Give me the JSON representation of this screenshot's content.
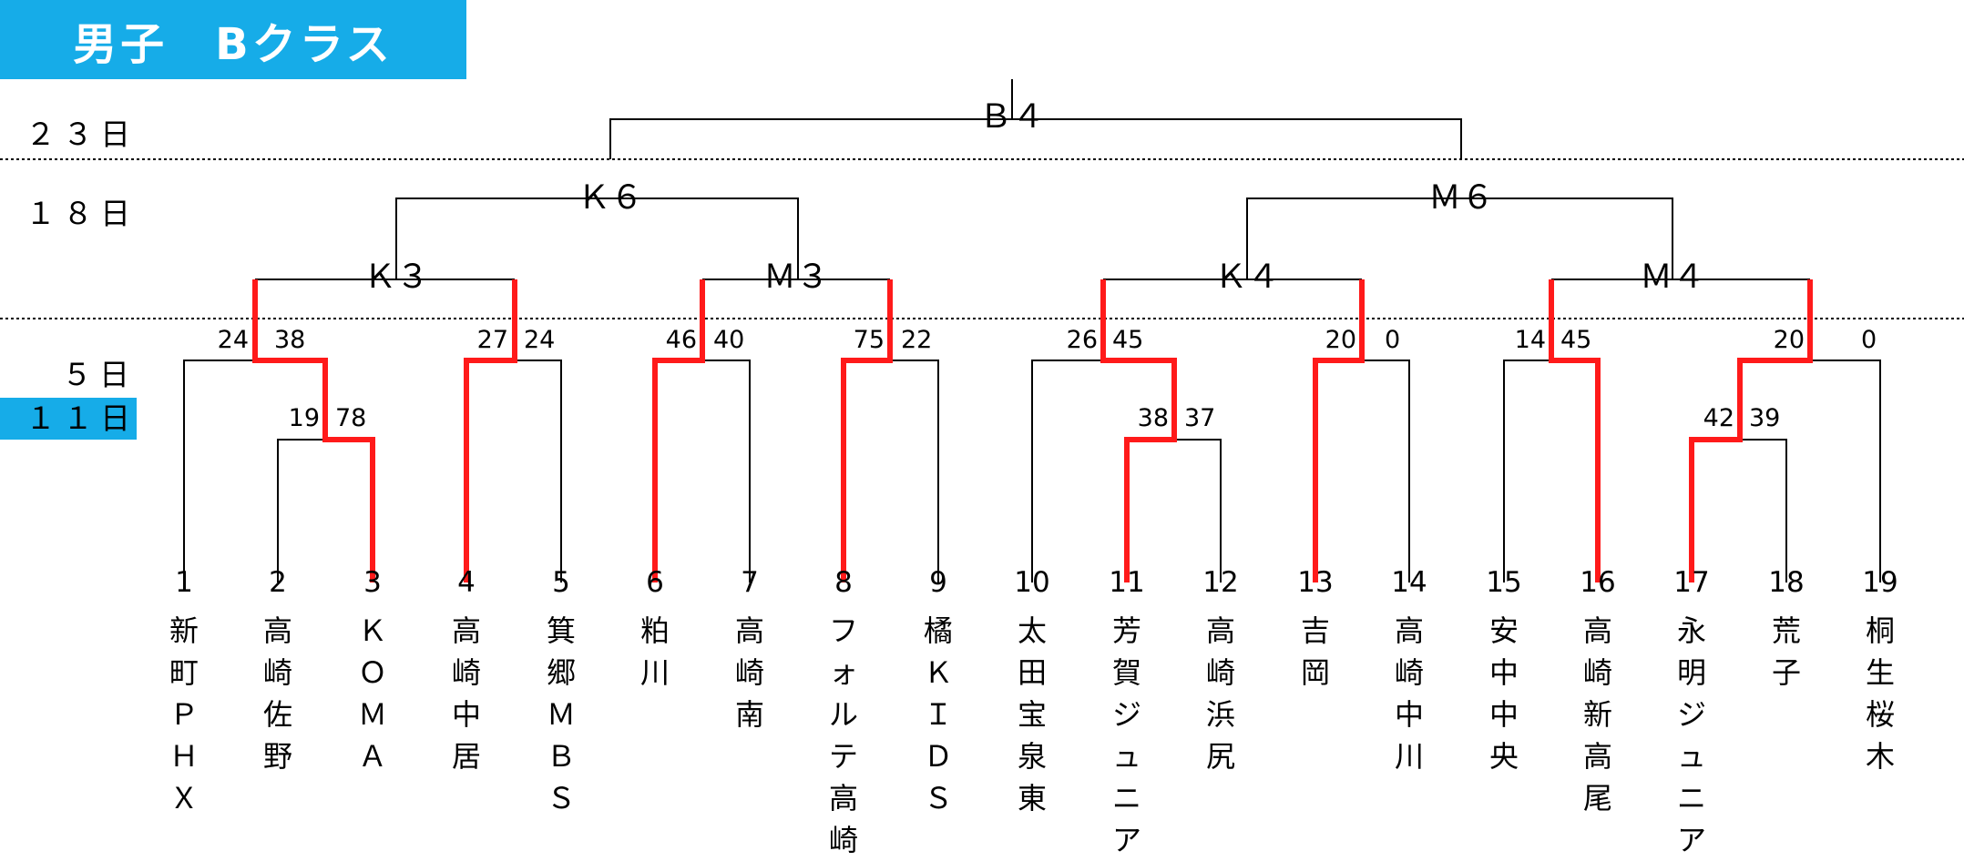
{
  "title": "男子　Bクラス",
  "colors": {
    "accent": "#16ACE8",
    "line": "#000000",
    "winner": "#FF1A1A"
  },
  "days": [
    {
      "label": "２３日",
      "highlight": false
    },
    {
      "label": "１８日",
      "highlight": false
    },
    {
      "label": "５日",
      "highlight": false
    },
    {
      "label": "１１日",
      "highlight": true
    }
  ],
  "nodes": [
    {
      "id": "B4",
      "label": "Ｂ４"
    },
    {
      "id": "K6",
      "label": "Ｋ６"
    },
    {
      "id": "M6",
      "label": "Ｍ６"
    },
    {
      "id": "K3",
      "label": "Ｋ３"
    },
    {
      "id": "M3",
      "label": "Ｍ３"
    },
    {
      "id": "K4",
      "label": "Ｋ４"
    },
    {
      "id": "M4",
      "label": "Ｍ４"
    }
  ],
  "scores": [
    {
      "id": "s1",
      "value": "24"
    },
    {
      "id": "s2",
      "value": "38"
    },
    {
      "id": "s3",
      "value": "19"
    },
    {
      "id": "s4",
      "value": "78"
    },
    {
      "id": "s5",
      "value": "27"
    },
    {
      "id": "s6",
      "value": "24"
    },
    {
      "id": "s7",
      "value": "46"
    },
    {
      "id": "s8",
      "value": "40"
    },
    {
      "id": "s9",
      "value": "75"
    },
    {
      "id": "s10",
      "value": "22"
    },
    {
      "id": "s11",
      "value": "26"
    },
    {
      "id": "s12",
      "value": "45"
    },
    {
      "id": "s13",
      "value": "38"
    },
    {
      "id": "s14",
      "value": "37"
    },
    {
      "id": "s15",
      "value": "20"
    },
    {
      "id": "s16",
      "value": "0"
    },
    {
      "id": "s17",
      "value": "14"
    },
    {
      "id": "s18",
      "value": "45"
    },
    {
      "id": "s19",
      "value": "42"
    },
    {
      "id": "s20",
      "value": "39"
    },
    {
      "id": "s21",
      "value": "20"
    },
    {
      "id": "s22",
      "value": "0"
    }
  ],
  "teams": [
    {
      "seed": "1",
      "name": [
        "新",
        "町",
        "Ｐ",
        "Ｈ",
        "Ｘ"
      ]
    },
    {
      "seed": "2",
      "name": [
        "高",
        "崎",
        "佐",
        "野"
      ]
    },
    {
      "seed": "3",
      "name": [
        "Ｋ",
        "Ｏ",
        "Ｍ",
        "Ａ"
      ]
    },
    {
      "seed": "4",
      "name": [
        "高",
        "崎",
        "中",
        "居"
      ]
    },
    {
      "seed": "5",
      "name": [
        "箕",
        "郷",
        "Ｍ",
        "Ｂ",
        "Ｓ"
      ]
    },
    {
      "seed": "6",
      "name": [
        "粕",
        "川"
      ]
    },
    {
      "seed": "7",
      "name": [
        "高",
        "崎",
        "南"
      ]
    },
    {
      "seed": "8",
      "name": [
        "フ",
        "ォ",
        "ル",
        "テ",
        "高",
        "崎"
      ]
    },
    {
      "seed": "9",
      "name": [
        "橘",
        "Ｋ",
        "Ｉ",
        "Ｄ",
        "Ｓ"
      ]
    },
    {
      "seed": "10",
      "name": [
        "太",
        "田",
        "宝",
        "泉",
        "東"
      ]
    },
    {
      "seed": "11",
      "name": [
        "芳",
        "賀",
        "ジ",
        "ュ",
        "ニ",
        "ア"
      ]
    },
    {
      "seed": "12",
      "name": [
        "高",
        "崎",
        "浜",
        "尻"
      ]
    },
    {
      "seed": "13",
      "name": [
        "吉",
        "岡"
      ]
    },
    {
      "seed": "14",
      "name": [
        "高",
        "崎",
        "中",
        "川"
      ]
    },
    {
      "seed": "15",
      "name": [
        "安",
        "中",
        "中",
        "央"
      ]
    },
    {
      "seed": "16",
      "name": [
        "高",
        "崎",
        "新",
        "高",
        "尾"
      ]
    },
    {
      "seed": "17",
      "name": [
        "永",
        "明",
        "ジ",
        "ュ",
        "ニ",
        "ア"
      ]
    },
    {
      "seed": "18",
      "name": [
        "荒",
        "子"
      ]
    },
    {
      "seed": "19",
      "name": [
        "桐",
        "生",
        "桜",
        "木"
      ]
    }
  ]
}
